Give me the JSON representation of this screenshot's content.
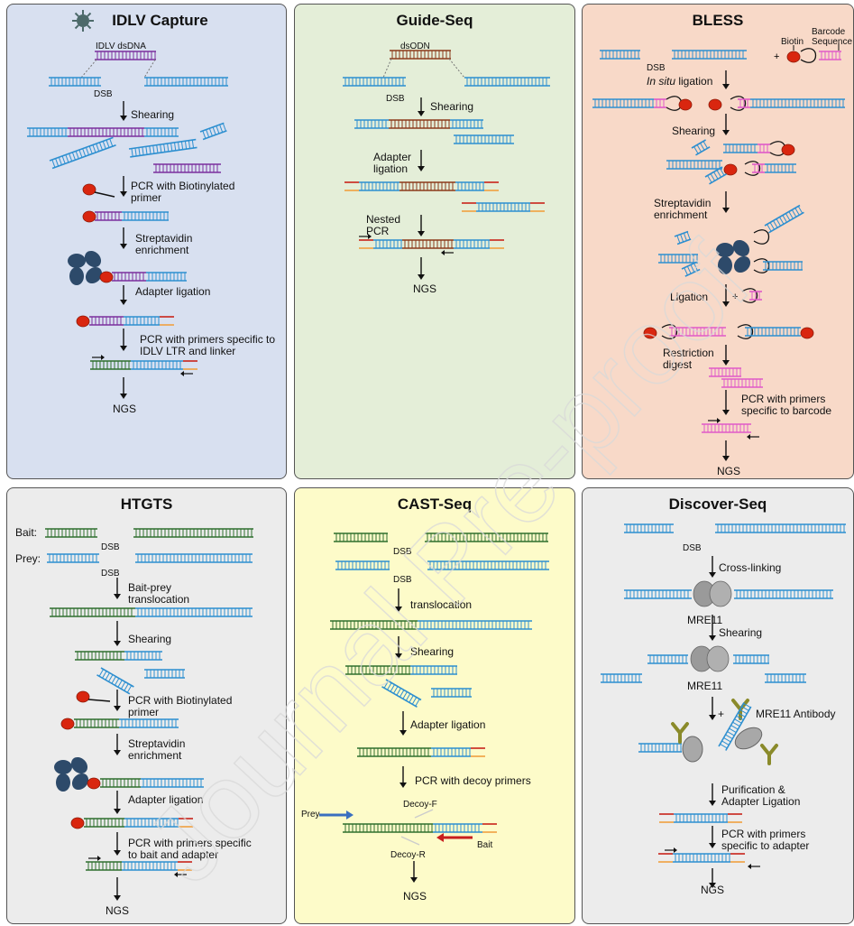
{
  "colors": {
    "idlv_bg": "#d8e0f0",
    "guide_bg": "#e4eed8",
    "bless_bg": "#f8d9c8",
    "htgts_bg": "#ececec",
    "cast_bg": "#fdfbc9",
    "discover_bg": "#ececec",
    "dna_blue": "#2d8fd0",
    "dna_green": "#2e6f2e",
    "dna_purple": "#7b2f9e",
    "dna_brown": "#8b3a1a",
    "dna_pink": "#e05ac8",
    "biotin_red": "#d9260f",
    "adapter_red": "#c8231a",
    "adapter_orange": "#f0a040",
    "streptavidin": "#2d4a6a",
    "mre11": "#9a9a9a",
    "antibody": "#8a8a2a"
  },
  "panels": {
    "idlv": {
      "title": "IDLV Capture",
      "icon": "virus-icon",
      "labels": {
        "dsdna": "IDLV dsDNA",
        "dsb": "DSB",
        "shearing": "Shearing",
        "pcr": "PCR with Biotinylated primer",
        "strep": "Streptavidin enrichment",
        "adapter": "Adapter ligation",
        "pcr2": "PCR with primers specific to IDLV LTR and linker",
        "ngs": "NGS"
      }
    },
    "guide": {
      "title": "Guide-Seq",
      "labels": {
        "dsodn": "dsODN",
        "dsb": "DSB",
        "shearing": "Shearing",
        "adapter": "Adapter ligation",
        "nested": "Nested PCR",
        "ngs": "NGS"
      }
    },
    "bless": {
      "title": "BLESS",
      "labels": {
        "biotin": "Biotin",
        "barcode": "Barcode Sequence",
        "dsb": "DSB",
        "insitu_em": "In situ",
        "insitu_rest": " ligation",
        "shearing": "Shearing",
        "strep": "Streptavidin enrichment",
        "ligation": "Ligation",
        "restriction": "Restriction digest",
        "pcr": "PCR with primers specific to barcode",
        "ngs": "NGS"
      }
    },
    "htgts": {
      "title": "HTGTS",
      "labels": {
        "bait": "Bait:",
        "prey": "Prey:",
        "dsb1": "DSB",
        "dsb2": "DSB",
        "trans": "Bait-prey translocation",
        "shearing": "Shearing",
        "pcr": "PCR with Biotinylated primer",
        "strep": "Streptavidin enrichment",
        "adapter": "Adapter ligation",
        "pcr2": "PCR with primers specific to bait and adapter",
        "ngs": "NGS"
      }
    },
    "cast": {
      "title": "CAST-Seq",
      "labels": {
        "dsb1": "DSB",
        "dsb2": "DSB",
        "trans": "translocation",
        "shearing": "Shearing",
        "adapter": "Adapter ligation",
        "pcr": "PCR with decoy primers",
        "decoyf": "Decoy-F",
        "decoyr": "Decoy-R",
        "prey": "Prey",
        "bait": "Bait",
        "ngs": "NGS"
      }
    },
    "discover": {
      "title": "Discover-Seq",
      "labels": {
        "dsb": "DSB",
        "crosslink": "Cross-linking",
        "mre11a": "MRE11",
        "shearing": "Shearing",
        "mre11b": "MRE11",
        "plus": "+",
        "antibody": "MRE11 Antibody",
        "purif": "Purification & Adapter Ligation",
        "pcr": "PCR with primers specific to adapter",
        "ngs": "NGS"
      }
    }
  },
  "watermark": "Journal Pre-proof"
}
